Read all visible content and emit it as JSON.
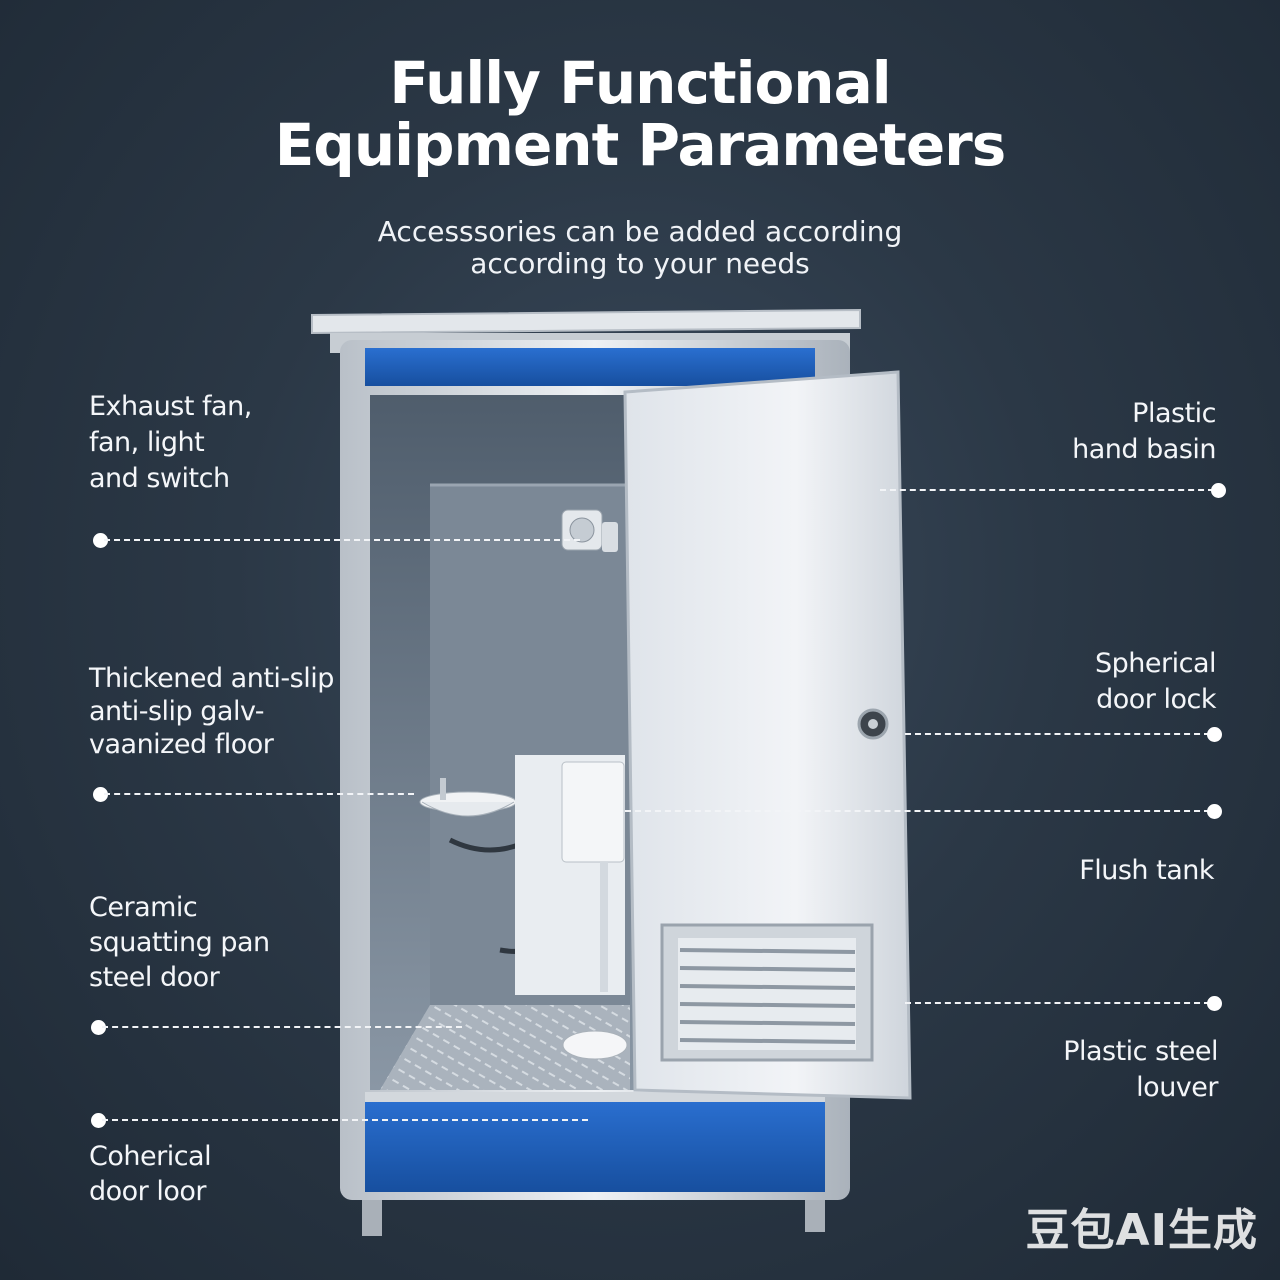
{
  "header": {
    "title_line1": "Fully Functional",
    "title_line2": "Equipment Parameters",
    "subtitle_line1": "Accesssories can be added according",
    "subtitle_line2": "according to your needs"
  },
  "left_labels": [
    {
      "lines": [
        "Exhaust fan,",
        "fan, light",
        "and switch"
      ]
    },
    {
      "lines": [
        "Thickened anti-slip",
        "anti-slip galv-",
        "vaanized floor"
      ]
    },
    {
      "lines": [
        "Ceramic",
        "squatting pan",
        "steel door"
      ]
    },
    {
      "lines": [
        "Coherical",
        "door loor"
      ]
    }
  ],
  "right_labels": [
    {
      "lines": [
        "Plastic",
        "hand basin"
      ]
    },
    {
      "lines": [
        "Spherical",
        "door lock"
      ]
    },
    {
      "lines": [
        "Flush tank"
      ]
    },
    {
      "lines": [
        "Plastic steel",
        "louver"
      ]
    }
  ],
  "watermark": "豆包AI生成",
  "colors": {
    "background": "#2b3846",
    "panel_blue": "#1e5fbf",
    "frame_silver": "#d6dbe0",
    "door_white": "#eef1f4"
  }
}
